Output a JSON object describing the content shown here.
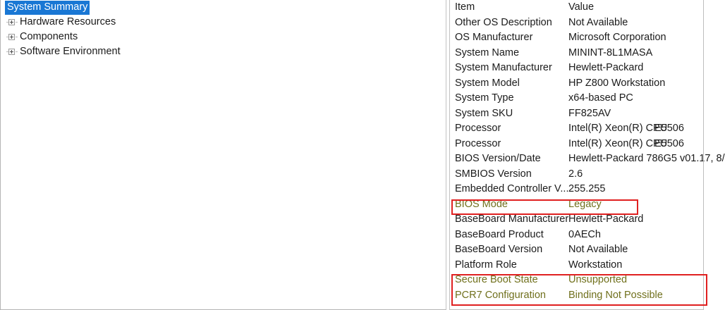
{
  "tree": {
    "items": [
      {
        "label": "System Summary",
        "expandable": false,
        "selected": true
      },
      {
        "label": "Hardware Resources",
        "expandable": true,
        "selected": false
      },
      {
        "label": "Components",
        "expandable": true,
        "selected": false
      },
      {
        "label": "Software Environment",
        "expandable": true,
        "selected": false
      }
    ]
  },
  "detail": {
    "header": {
      "item": "Item",
      "value": "Value"
    },
    "rows": [
      {
        "item": "Other OS Description",
        "value": "Not Available",
        "extra": "",
        "highlight": false
      },
      {
        "item": "OS Manufacturer",
        "value": "Microsoft Corporation",
        "extra": "",
        "highlight": false
      },
      {
        "item": "System Name",
        "value": "MININT-8L1MASA",
        "extra": "",
        "highlight": false
      },
      {
        "item": "System Manufacturer",
        "value": "Hewlett-Packard",
        "extra": "",
        "highlight": false
      },
      {
        "item": "System Model",
        "value": "HP Z800 Workstation",
        "extra": "",
        "highlight": false
      },
      {
        "item": "System Type",
        "value": "x64-based PC",
        "extra": "",
        "highlight": false
      },
      {
        "item": "System SKU",
        "value": "FF825AV",
        "extra": "",
        "highlight": false
      },
      {
        "item": "Processor",
        "value": "Intel(R) Xeon(R) CPU",
        "extra": "E5506",
        "highlight": false
      },
      {
        "item": "Processor",
        "value": "Intel(R) Xeon(R) CPU",
        "extra": "E5506",
        "highlight": false
      },
      {
        "item": "BIOS Version/Date",
        "value": "Hewlett-Packard 786G5 v01.17, 8/",
        "extra": "",
        "highlight": false
      },
      {
        "item": "SMBIOS Version",
        "value": "2.6",
        "extra": "",
        "highlight": false
      },
      {
        "item": "Embedded Controller V...",
        "value": "255.255",
        "extra": "",
        "highlight": false
      },
      {
        "item": "BIOS Mode",
        "value": "Legacy",
        "extra": "",
        "highlight": true
      },
      {
        "item": "BaseBoard Manufacturer",
        "value": "Hewlett-Packard",
        "extra": "",
        "highlight": false
      },
      {
        "item": "BaseBoard Product",
        "value": "0AECh",
        "extra": "",
        "highlight": false
      },
      {
        "item": "BaseBoard Version",
        "value": "Not Available",
        "extra": "",
        "highlight": false
      },
      {
        "item": "Platform Role",
        "value": "Workstation",
        "extra": "",
        "highlight": false
      },
      {
        "item": "Secure Boot State",
        "value": "Unsupported",
        "extra": "",
        "highlight": true
      },
      {
        "item": "PCR7 Configuration",
        "value": "Binding Not Possible",
        "extra": "",
        "highlight": true
      }
    ]
  },
  "annotations": {
    "boxes": [
      {
        "name": "bios-mode-highlight",
        "color": "#e02020"
      },
      {
        "name": "secure-boot-highlight",
        "color": "#e02020"
      }
    ]
  },
  "colors": {
    "selection_blue": "#1977d4",
    "warning_olive": "#70701c",
    "annotation_red": "#e02020",
    "text": "#1b1b1b"
  }
}
